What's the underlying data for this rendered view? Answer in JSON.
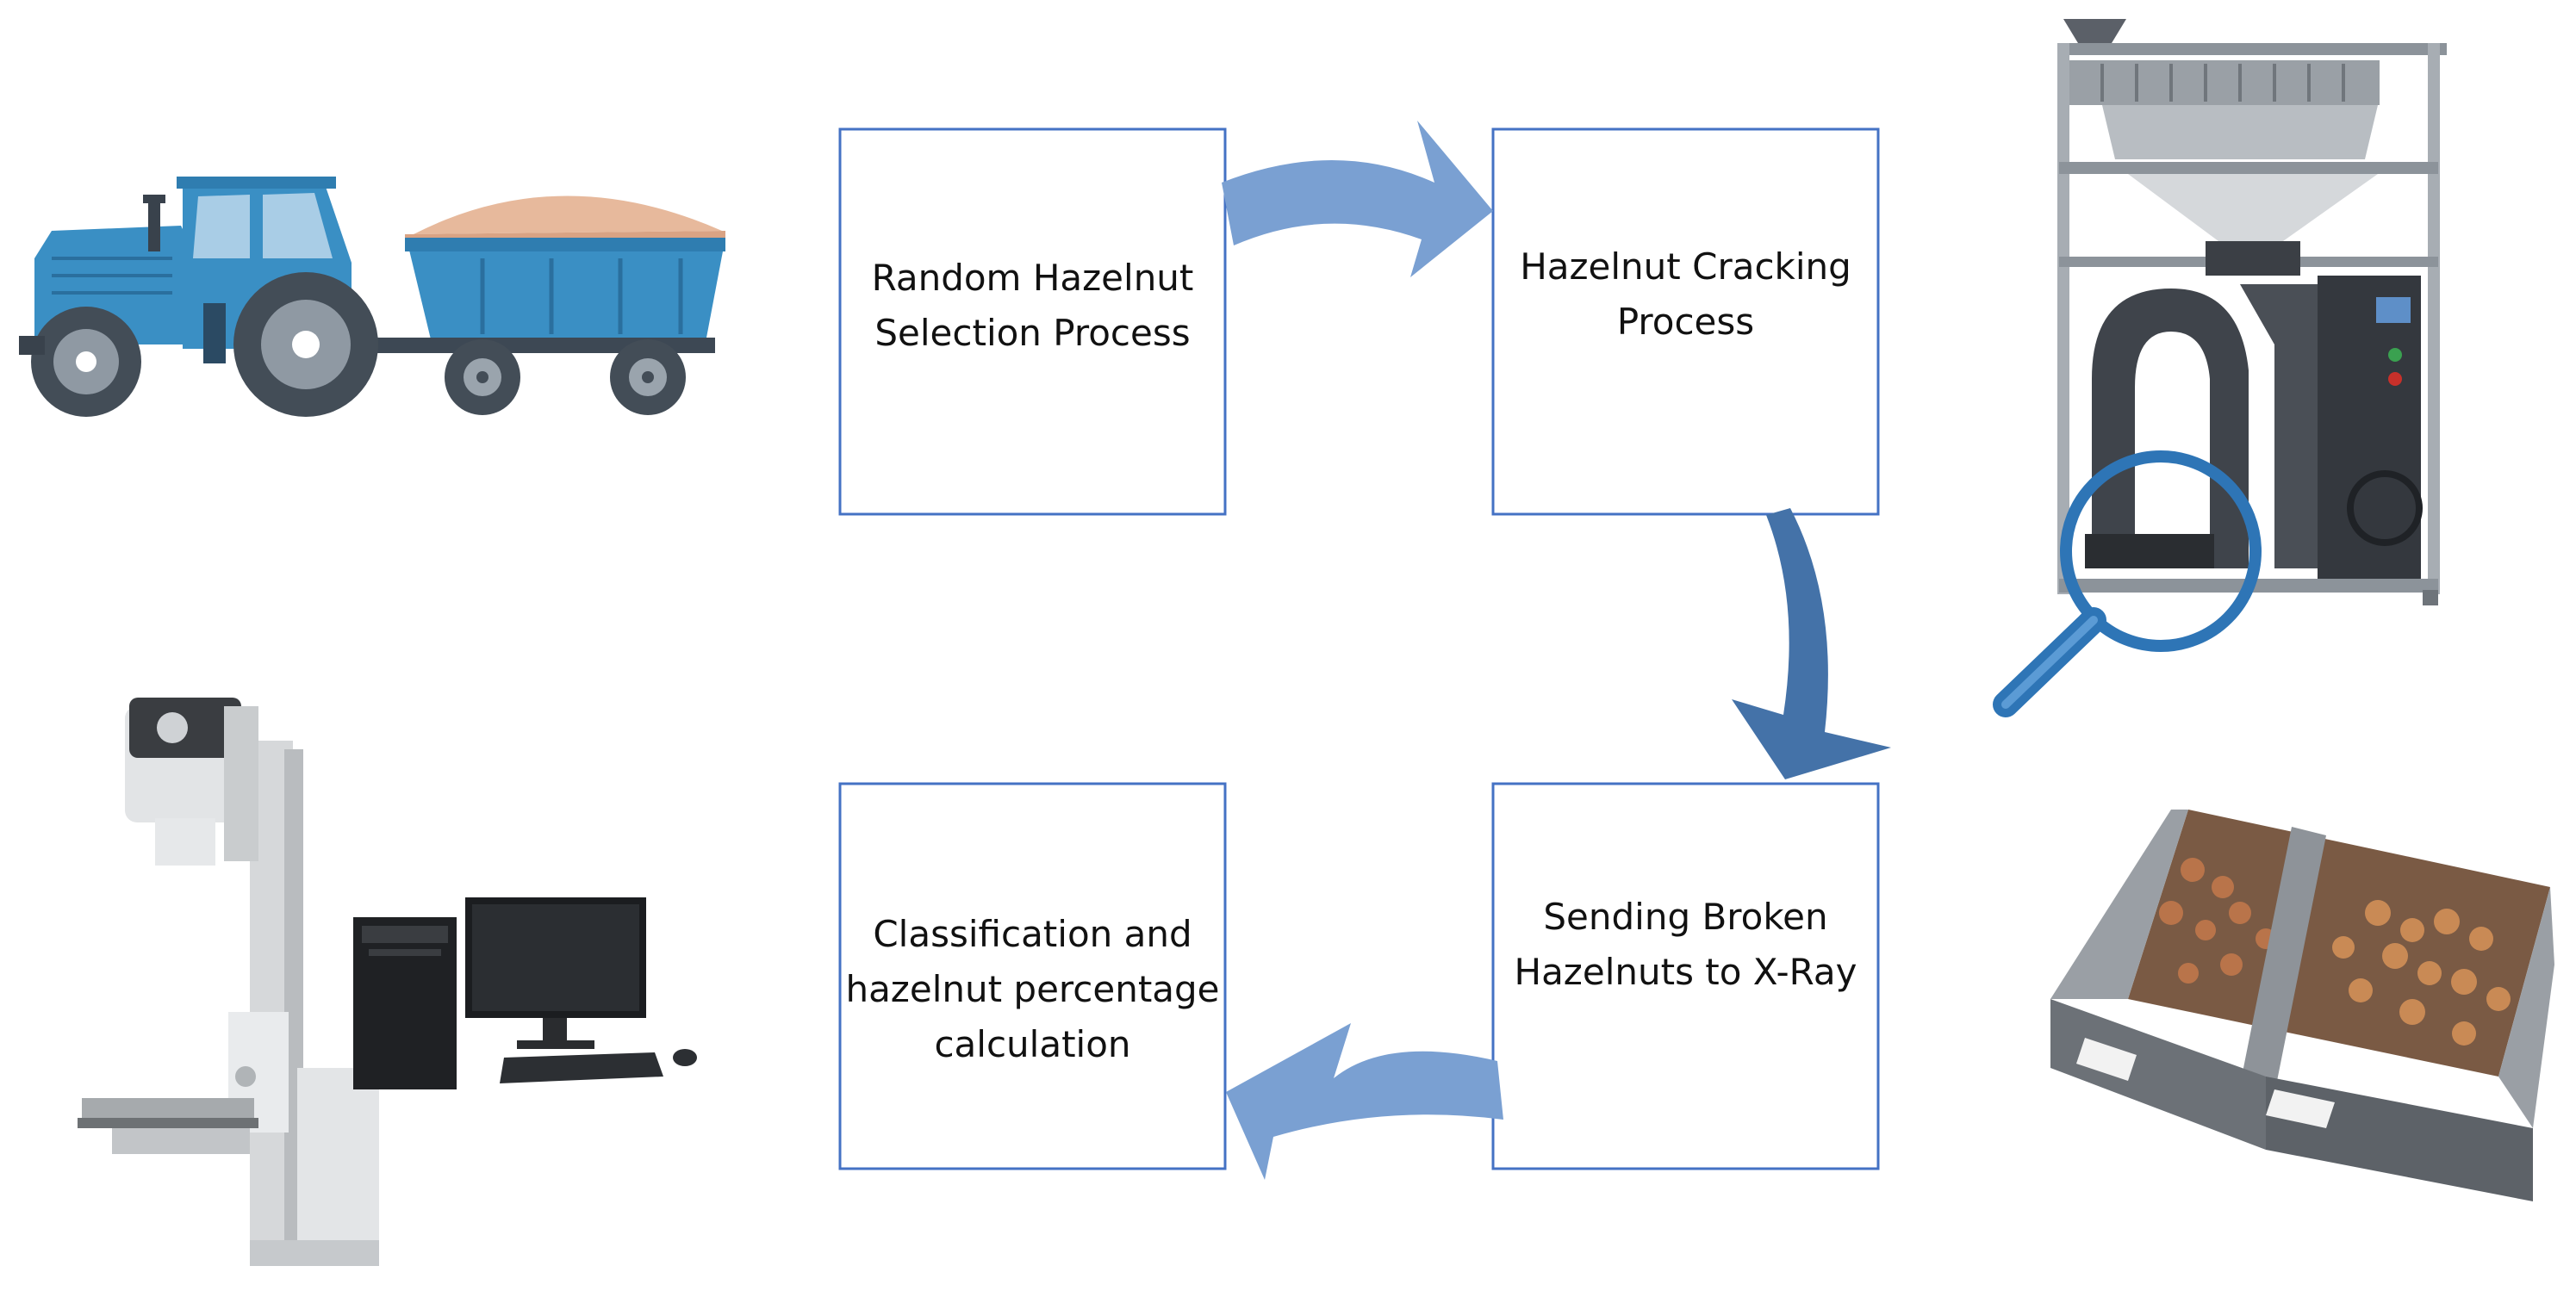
{
  "colors": {
    "box_border": "#4472c4",
    "arrow_light": "#7aa0d2",
    "arrow_dark": "#4472a8",
    "tractor_blue": "#3a8fc4",
    "trailer_load": "#e6b79b",
    "magnifier": "#2e75b6"
  },
  "steps": [
    {
      "label": "Random Hazelnut\nSelection Process"
    },
    {
      "label": "Hazelnut Cracking\nProcess"
    },
    {
      "label": "Sending Broken\nHazelnuts to X-Ray"
    },
    {
      "label": "Classification and\nhazelnut percentage\ncalculation"
    }
  ],
  "flow_arrows": [
    {
      "from": "Random Hazelnut Selection Process",
      "to": "Hazelnut Cracking Process"
    },
    {
      "from": "Hazelnut Cracking Process",
      "to": "Sending Broken Hazelnuts to X-Ray"
    },
    {
      "from": "Sending Broken Hazelnuts to X-Ray",
      "to": "Classification and hazelnut percentage calculation"
    }
  ],
  "illustrations": [
    "tractor-with-trailer",
    "hazelnut-cracking-machine",
    "magnifier-icon",
    "hazelnut-sorting-tray",
    "x-ray-system-with-computer"
  ]
}
